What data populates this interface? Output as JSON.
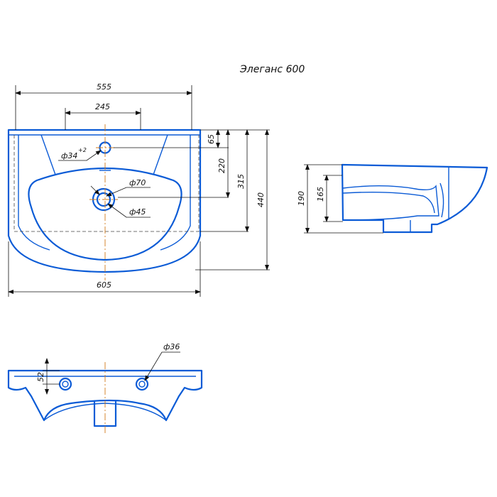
{
  "title": "Элеганс 600",
  "top_view": {
    "dims": {
      "width_top": "555",
      "tap_spacing": "245",
      "hole_offset": "65",
      "depth_220": "220",
      "depth_315": "315",
      "depth_440": "440",
      "width_bottom": "605"
    },
    "labels": {
      "tap_hole": "ф34",
      "tap_hole_tol": "+2",
      "drain_outer": "ф70",
      "drain_inner": "ф45"
    }
  },
  "side_view": {
    "dims": {
      "height_190": "190",
      "height_165": "165"
    }
  },
  "rear_view": {
    "dims": {
      "mount_height": "52",
      "mount_hole": "ф36"
    }
  },
  "colors": {
    "outline": "#0b5bd6",
    "dimension": "#111111",
    "centerline": "#d07a1a"
  }
}
